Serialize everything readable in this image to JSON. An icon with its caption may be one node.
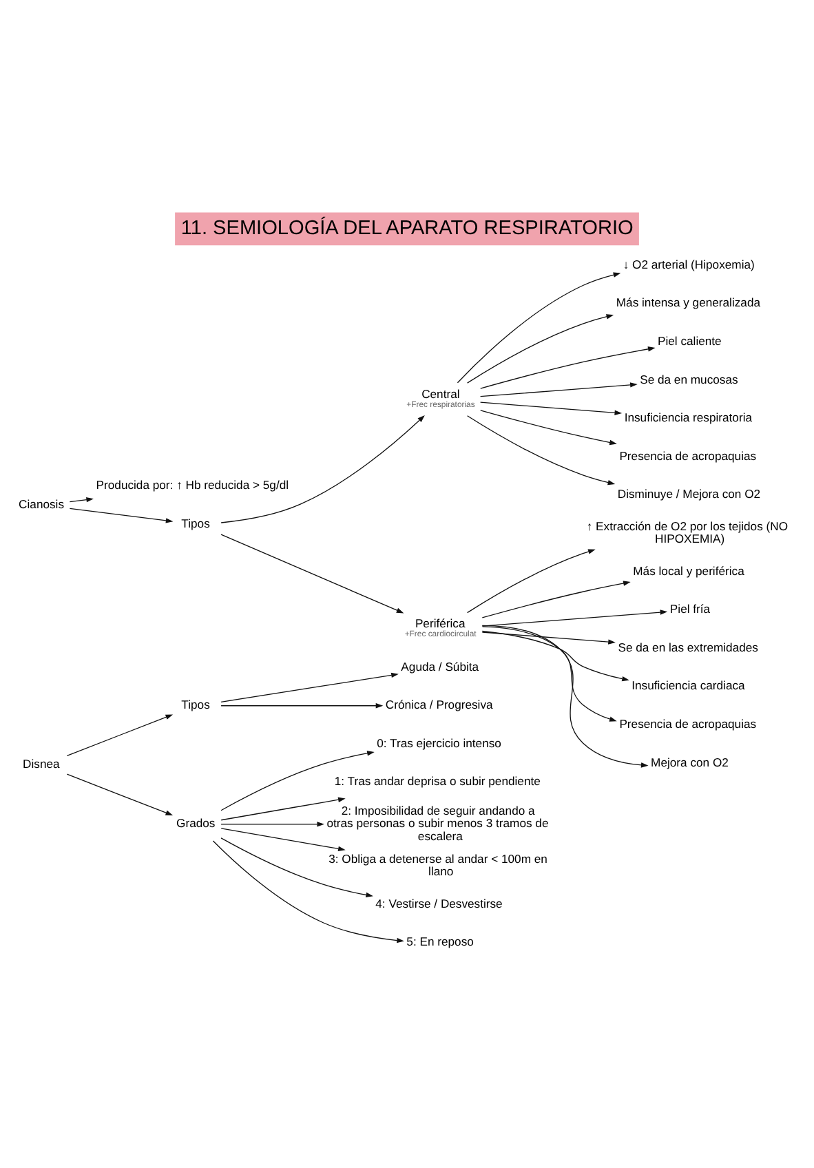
{
  "diagram": {
    "title": "11. SEMIOLOGÍA DEL APARATO RESPIRATORIO",
    "nodes": [
      {
        "text": [
          "Disnea"
        ]
      },
      {
        "text": [
          "Tipos"
        ]
      },
      {
        "text": [
          "Aguda / Súbita"
        ]
      },
      {
        "text": [
          "Crónica / Progresiva"
        ]
      },
      {
        "text": [
          "Grados"
        ]
      },
      {
        "text": [
          "0: Tras ejercicio intenso"
        ]
      },
      {
        "text": [
          "1: Tras andar deprisa o subir pendiente"
        ]
      },
      {
        "text": [
          "2: Imposibilidad de seguir andando a otras personas o subir menos 3 tramos de escalera"
        ]
      },
      {
        "text": [
          "3: Obliga a detenerse al andar < 100m en llano"
        ]
      },
      {
        "text": [
          "4: Vestirse / Desvestirse"
        ]
      },
      {
        "text": [
          "5: En reposo"
        ]
      },
      {
        "text": [
          "Cianosis"
        ]
      },
      {
        "text": [
          "Producida por: ↑ Hb reducida > 5g/dl"
        ]
      },
      {
        "text": [
          "Tipos"
        ]
      },
      {
        "text": [
          "Central"
        ],
        "beside": [
          "+Frec respiratorias"
        ]
      },
      {
        "text": [
          "↓ O2 arterial (Hipoxemia)"
        ]
      },
      {
        "text": [
          "Más intensa y generalizada"
        ]
      },
      {
        "text": [
          "Piel caliente"
        ]
      },
      {
        "text": [
          "Se da en mucosas"
        ]
      },
      {
        "text": [
          "Insuficiencia respiratoria"
        ]
      },
      {
        "text": [
          "Presencia de acropaquias"
        ]
      },
      {
        "text": [
          "Disminuye / Mejora con O2"
        ]
      },
      {
        "text": [
          "Periférica"
        ],
        "beside": [
          "+Frec cardiocirculat"
        ]
      },
      {
        "text": [
          "↑ Extracción de O2 por los tejidos (NO HIPOXEMIA)"
        ]
      },
      {
        "text": [
          "Más local y periférica"
        ]
      },
      {
        "text": [
          "Piel fría"
        ]
      },
      {
        "text": [
          "Se da en las extremidades"
        ]
      },
      {
        "text": [
          "Insuficiencia cardiaca"
        ]
      },
      {
        "text": [
          "Presencia de acropaquias"
        ]
      },
      {
        "text": [
          "Mejora con O2"
        ]
      }
    ],
    "edges": [
      {
        "from": 0,
        "to": 1,
        "arrow": "to"
      },
      {
        "from": 0,
        "to": 4,
        "arrow": "to"
      },
      {
        "from": 1,
        "to": 2,
        "arrow": "to"
      },
      {
        "from": 1,
        "to": 3,
        "arrow": "to"
      },
      {
        "from": 4,
        "to": 5,
        "arrow": "to"
      },
      {
        "from": 4,
        "to": 6,
        "arrow": "to"
      },
      {
        "from": 4,
        "to": 7,
        "arrow": "to"
      },
      {
        "from": 4,
        "to": 8,
        "arrow": "to"
      },
      {
        "from": 4,
        "to": 9,
        "arrow": "to"
      },
      {
        "from": 4,
        "to": 10,
        "arrow": "to"
      },
      {
        "from": 11,
        "to": 12,
        "arrow": "to"
      },
      {
        "from": 11,
        "to": 13,
        "arrow": "to"
      },
      {
        "from": 13,
        "to": 14,
        "arrow": "to"
      },
      {
        "from": 13,
        "to": 22,
        "arrow": "to"
      },
      {
        "from": 14,
        "to": 15,
        "arrow": "to"
      },
      {
        "from": 14,
        "to": 16,
        "arrow": "to"
      },
      {
        "from": 14,
        "to": 17,
        "arrow": "to"
      },
      {
        "from": 14,
        "to": 18,
        "arrow": "to"
      },
      {
        "from": 14,
        "to": 19,
        "arrow": "to"
      },
      {
        "from": 14,
        "to": 20,
        "arrow": "to"
      },
      {
        "from": 14,
        "to": 21,
        "arrow": "to"
      },
      {
        "from": 22,
        "to": 23,
        "arrow": "to"
      },
      {
        "from": 22,
        "to": 24,
        "arrow": "to"
      },
      {
        "from": 22,
        "to": 25,
        "arrow": "to"
      },
      {
        "from": 22,
        "to": 26,
        "arrow": "to"
      },
      {
        "from": 22,
        "to": 27,
        "arrow": "to"
      },
      {
        "from": 22,
        "to": 28,
        "arrow": "to"
      },
      {
        "from": 22,
        "to": 29,
        "arrow": "to"
      }
    ]
  }
}
